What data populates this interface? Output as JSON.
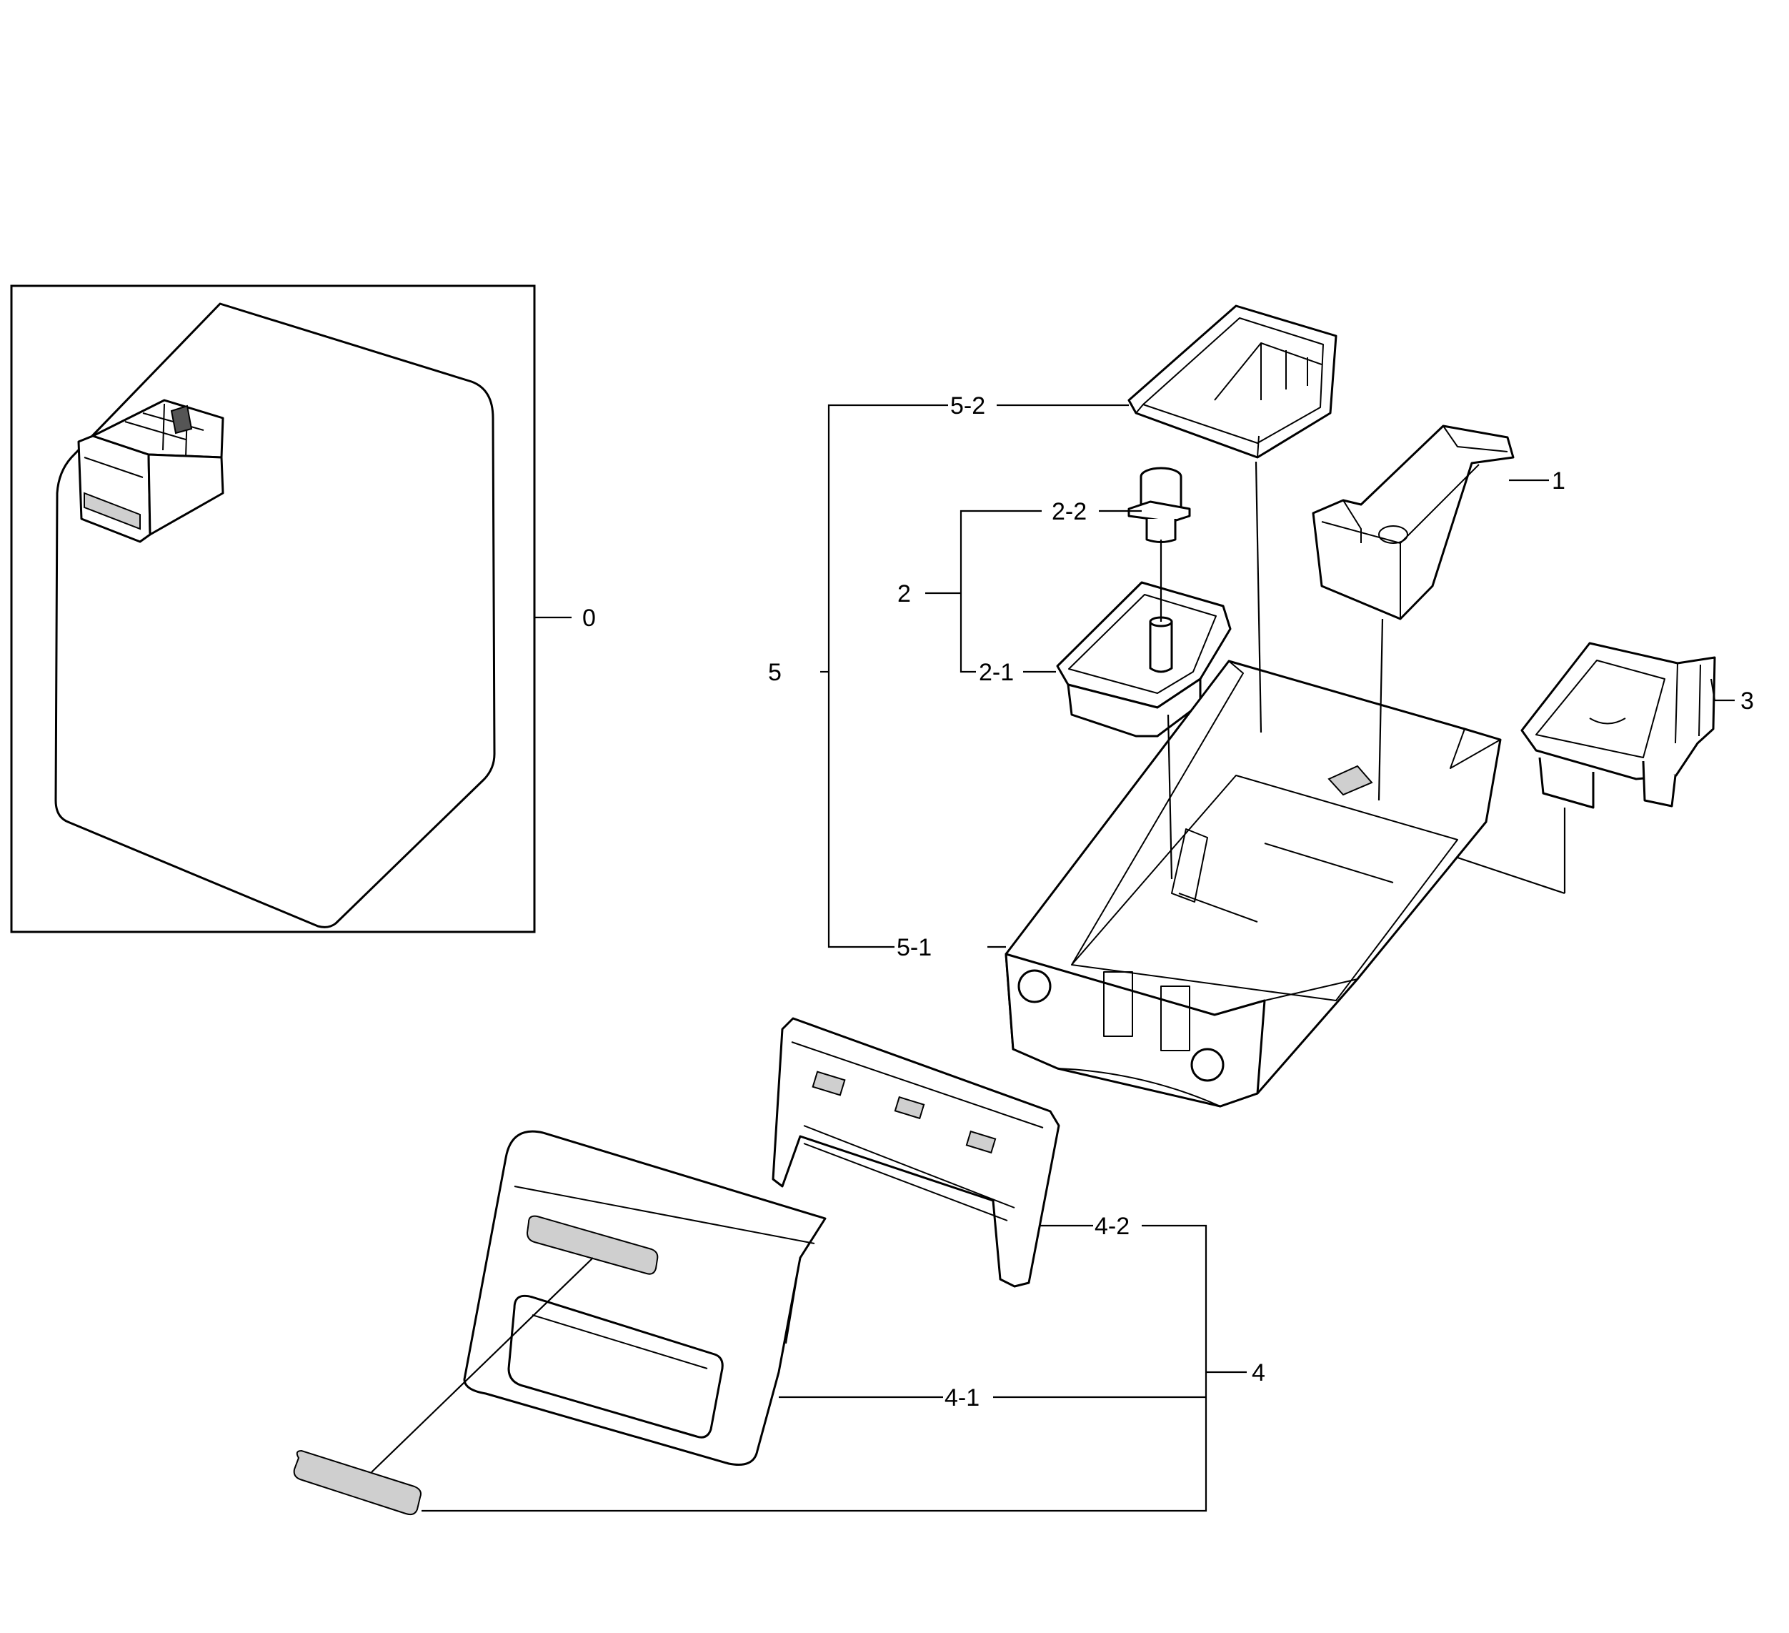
{
  "diagram": {
    "callouts": {
      "c0": "0",
      "c1": "1",
      "c2": "2",
      "c2_1": "2-1",
      "c2_2": "2-2",
      "c3": "3",
      "c4": "4",
      "c4_1": "4-1",
      "c4_2": "4-2",
      "c5": "5",
      "c5_1": "5-1",
      "c5_2": "5-2"
    }
  }
}
